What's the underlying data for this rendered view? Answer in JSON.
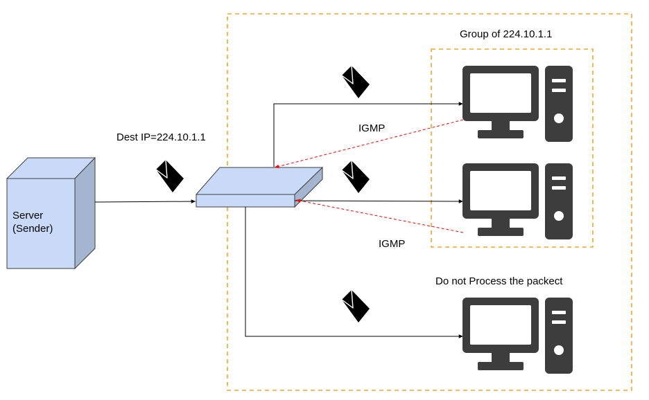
{
  "labels": {
    "server": [
      "Server",
      "(Sender)"
    ],
    "dest_ip": "Dest IP=224.10.1.1",
    "group": "Group of 224.10.1.1",
    "igmp_1": "IGMP",
    "igmp_2": "IGMP",
    "no_process": "Do not Process the packect"
  },
  "colors": {
    "boundary_dashed": "#f5a623",
    "igmp_arrow": "#ff0000",
    "device_fill": "#c9daf8",
    "device_side": "#a4b6cf",
    "computer": "#3d3d3d",
    "packet": "#000000"
  },
  "icons": {
    "server": "server-box-icon",
    "switch": "network-switch-icon",
    "computer": "desktop-computer-icon",
    "packet": "packet-envelope-icon"
  }
}
